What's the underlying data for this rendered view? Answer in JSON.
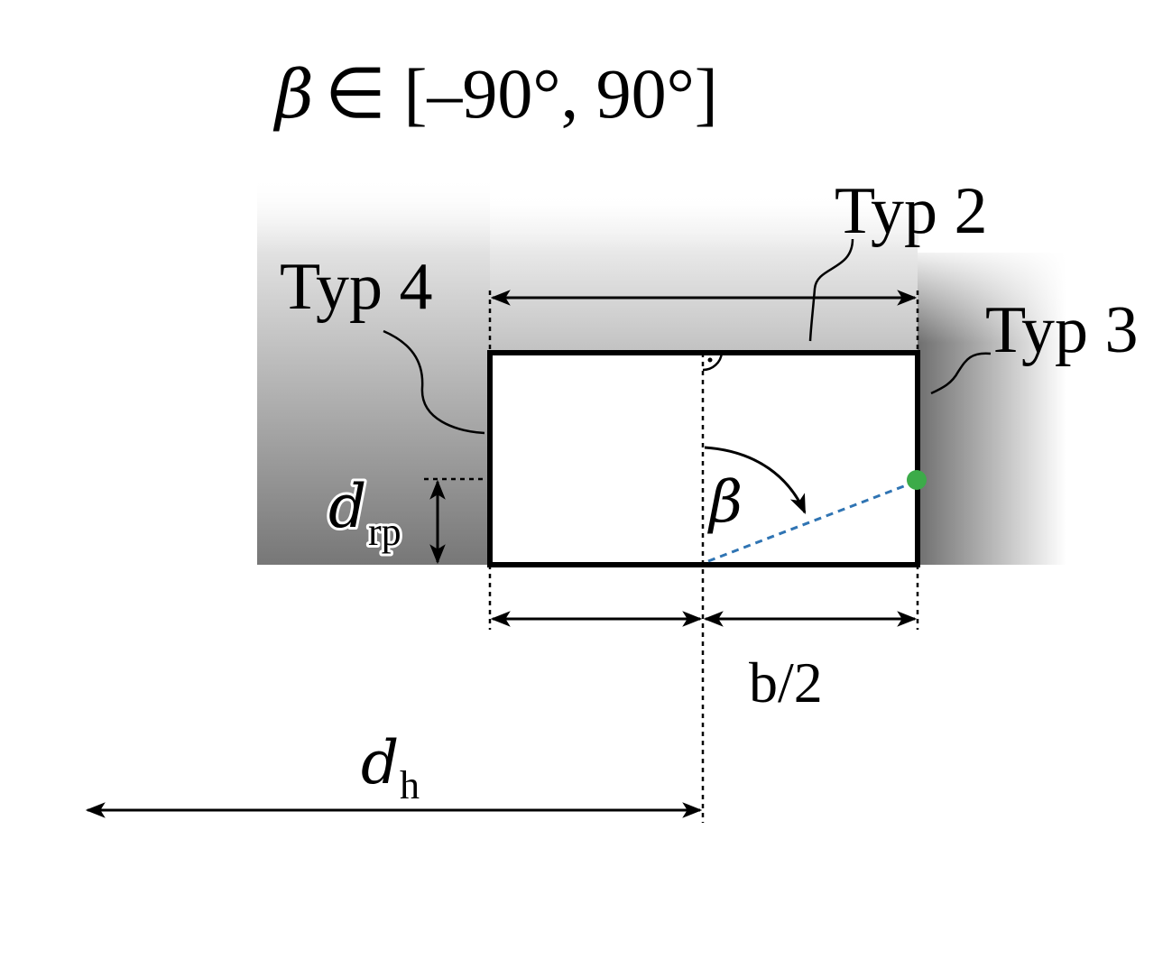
{
  "range_label": {
    "symbol": "β",
    "text": "∈ [–90°, 90°]"
  },
  "labels": {
    "typ2": "Typ 2",
    "typ3": "Typ 3",
    "typ4": "Typ 4",
    "beta": "β",
    "half_width": "b/2",
    "d_rp_main": "d",
    "d_rp_sub": "rp",
    "d_h_main": "d",
    "d_h_sub": "h"
  },
  "colors": {
    "line": "#000000",
    "point": "#3cab49",
    "angle_ray": "#2f74b3",
    "shade": "#7a7a7a"
  },
  "angle_beta_deg": 62
}
